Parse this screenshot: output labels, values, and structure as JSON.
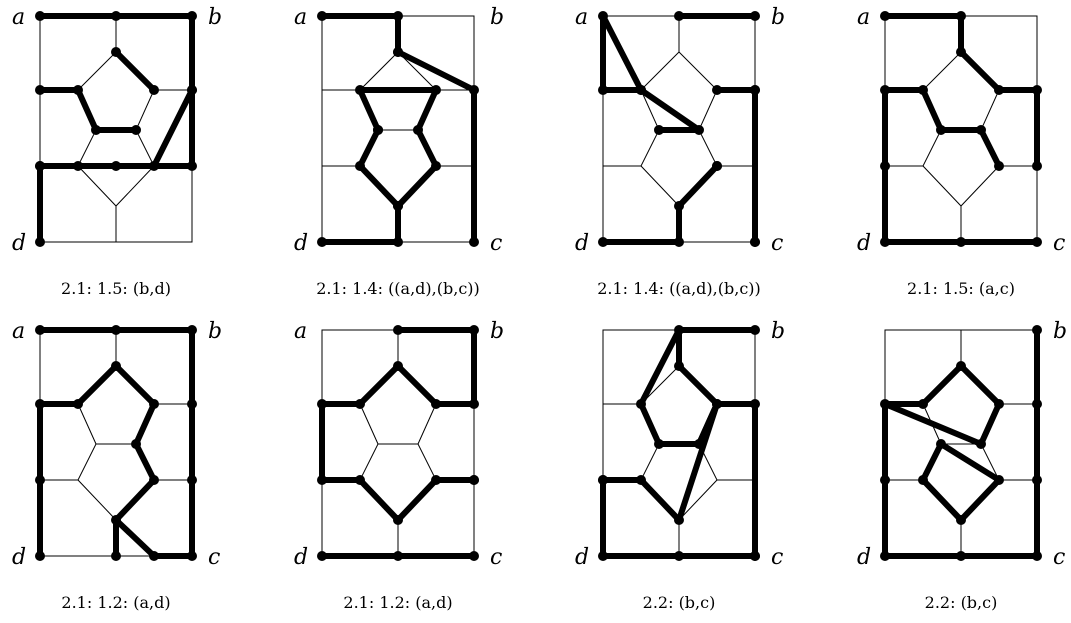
{
  "line_color": "#000000",
  "background": "#ffffff",
  "panels": [
    {
      "caption": "2.1: 1.5: (b,d)",
      "corners": {
        "a": "a",
        "b": "b",
        "c": "",
        "d": "d"
      },
      "thick": [
        [
          0,
          1
        ],
        [
          1,
          2
        ],
        [
          3,
          4
        ],
        [
          2,
          5
        ],
        [
          6,
          7
        ],
        [
          7,
          10
        ],
        [
          10,
          9
        ],
        [
          8,
          12
        ],
        [
          12,
          13
        ],
        [
          13,
          14
        ],
        [
          14,
          15
        ],
        [
          15,
          5
        ],
        [
          11,
          14
        ],
        [
          5,
          11
        ],
        [
          16,
          17
        ]
      ]
    },
    {
      "caption": "2.1: 1.4: ((a,d),(b,c))",
      "corners": {
        "a": "a",
        "b": "b",
        "c": "c",
        "d": "d"
      },
      "thick": [
        [
          0,
          1
        ],
        [
          1,
          2
        ],
        [
          2,
          3
        ],
        [
          4,
          7
        ],
        [
          4,
          9
        ],
        [
          7,
          6
        ],
        [
          6,
          11
        ],
        [
          9,
          10
        ],
        [
          10,
          14
        ],
        [
          11,
          13
        ],
        [
          13,
          12
        ],
        [
          14,
          12
        ],
        [
          12,
          16
        ],
        [
          16,
          17
        ],
        [
          15,
          18
        ],
        [
          2,
          15
        ]
      ]
    },
    {
      "caption": "2.1: 1.4: ((a,d),(b,c))",
      "corners": {
        "a": "a",
        "b": "b",
        "c": "c",
        "d": "d"
      },
      "thick": [
        [
          1,
          2
        ],
        [
          3,
          4
        ],
        [
          6,
          7
        ],
        [
          7,
          10
        ],
        [
          10,
          9
        ],
        [
          5,
          11
        ],
        [
          8,
          12
        ],
        [
          12,
          13
        ],
        [
          13,
          16
        ],
        [
          16,
          17
        ],
        [
          15,
          18
        ],
        [
          11,
          14
        ],
        [
          14,
          15
        ],
        [
          4,
          7
        ],
        [
          3,
          6
        ]
      ]
    },
    {
      "caption": "2.1: 1.5: (a,c)",
      "corners": {
        "a": "a",
        "b": "",
        "c": "c",
        "d": "d"
      },
      "thick": [
        [
          0,
          1
        ],
        [
          1,
          4
        ],
        [
          4,
          7
        ],
        [
          7,
          10
        ],
        [
          10,
          9
        ],
        [
          6,
          5
        ],
        [
          5,
          11
        ],
        [
          11,
          14
        ],
        [
          14,
          15
        ],
        [
          6,
          8
        ],
        [
          8,
          16
        ],
        [
          16,
          17
        ],
        [
          17,
          18
        ]
      ]
    },
    {
      "caption": "2.1: 1.2: (a,d)",
      "corners": {
        "a": "a",
        "b": "b",
        "c": "c",
        "d": "d"
      },
      "thick": [
        [
          0,
          3
        ],
        [
          3,
          2
        ],
        [
          2,
          5
        ],
        [
          5,
          11
        ],
        [
          11,
          18
        ],
        [
          18,
          17
        ],
        [
          17,
          16
        ],
        [
          16,
          19
        ],
        [
          6,
          7
        ],
        [
          7,
          4
        ],
        [
          4,
          9
        ],
        [
          9,
          10
        ],
        [
          10,
          12
        ],
        [
          12,
          16
        ],
        [
          6,
          8
        ],
        [
          8,
          15
        ]
      ]
    },
    {
      "caption": "2.1: 1.2: (a,d)",
      "corners": {
        "a": "a",
        "b": "b",
        "c": "c",
        "d": "d"
      },
      "thick": [
        [
          1,
          2
        ],
        [
          2,
          5
        ],
        [
          6,
          7
        ],
        [
          7,
          4
        ],
        [
          4,
          9
        ],
        [
          9,
          5
        ],
        [
          6,
          8
        ],
        [
          8,
          12
        ],
        [
          12,
          13
        ],
        [
          13,
          16
        ],
        [
          16,
          14
        ],
        [
          14,
          11
        ],
        [
          15,
          17
        ],
        [
          17,
          18
        ]
      ]
    },
    {
      "caption": "2.2: (b,c)",
      "corners": {
        "a": "",
        "b": "b",
        "c": "c",
        "d": "d"
      },
      "thick": [
        [
          1,
          2
        ],
        [
          1,
          20
        ],
        [
          20,
          21
        ],
        [
          21,
          22
        ],
        [
          22,
          23
        ],
        [
          23,
          24
        ],
        [
          24,
          1
        ],
        [
          22,
          25
        ],
        [
          25,
          5
        ],
        [
          5,
          11
        ],
        [
          23,
          26
        ],
        [
          26,
          27
        ],
        [
          27,
          28
        ],
        [
          28,
          8
        ],
        [
          8,
          15
        ],
        [
          15,
          17
        ],
        [
          17,
          18
        ]
      ]
    },
    {
      "caption": "2.2: (b,c)",
      "corners": {
        "a": "",
        "b": "b",
        "c": "c",
        "d": "d"
      },
      "thick": [
        [
          2,
          5
        ],
        [
          5,
          11
        ],
        [
          11,
          18
        ],
        [
          6,
          7
        ],
        [
          7,
          20
        ],
        [
          20,
          21
        ],
        [
          21,
          22
        ],
        [
          22,
          6
        ],
        [
          23,
          24
        ],
        [
          24,
          25
        ],
        [
          25,
          26
        ],
        [
          26,
          23
        ],
        [
          8,
          15
        ],
        [
          15,
          17
        ],
        [
          17,
          18
        ],
        [
          6,
          8
        ]
      ]
    }
  ]
}
